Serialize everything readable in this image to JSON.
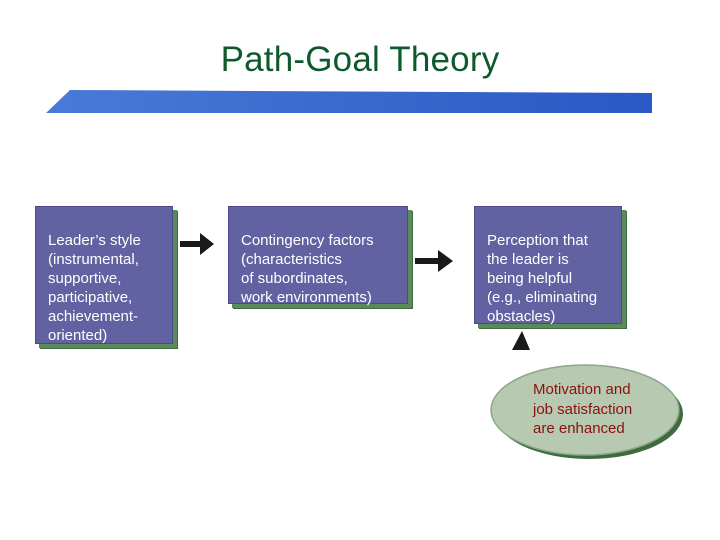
{
  "title": "Path-Goal Theory",
  "boxes": [
    {
      "text": "Leader’s style\n(instrumental,\nsupportive,\nparticipative,\nachievement-\noriented)"
    },
    {
      "text": "Contingency factors\n(characteristics\nof subordinates,\nwork environments)"
    },
    {
      "text": "Perception that\nthe leader is\nbeing helpful\n(e.g., eliminating\nobstacles)"
    }
  ],
  "outcome": {
    "text": "Motivation and\njob satisfaction\nare enhanced"
  },
  "colors": {
    "title": "#0e5a2c",
    "box_fill": "#6262a2",
    "box_shadow": "#5a8a5a",
    "band": "#2f5fc8",
    "outcome_fill": "#b7c9b0",
    "outcome_text": "#8b1010",
    "arrow": "#1a1a1a"
  }
}
